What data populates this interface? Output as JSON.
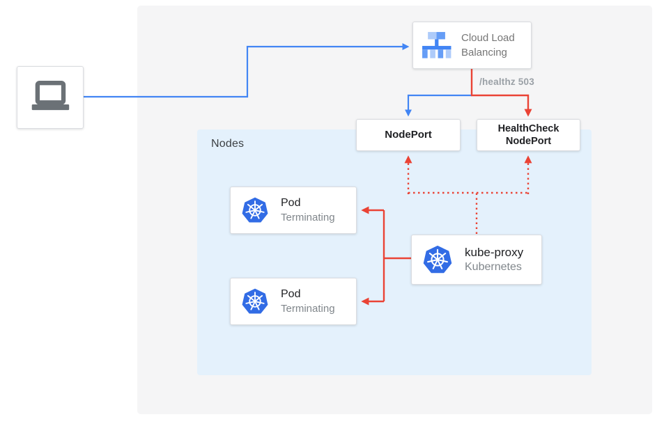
{
  "colors": {
    "traffic_blue": "#4285f4",
    "health_check_red": "#ea4335",
    "kubernetes_blue": "#326ce5",
    "nodes_container_fill": "#e4f1fc",
    "panel_background": "#f5f5f6",
    "box_border": "#dadce0"
  },
  "icons": {
    "client": "laptop-icon",
    "cloud_load_balancing": "load-balancer-icon",
    "pod": "kubernetes-icon",
    "kube_proxy": "kubernetes-icon"
  },
  "client": {
    "icon": "laptop-icon"
  },
  "cloud_load_balancing": {
    "label": "Cloud Load Balancing"
  },
  "healthz_badge": "/healthz 503",
  "node_port": {
    "label": "NodePort"
  },
  "health_check_node_port": {
    "label": "HealthCheck NodePort"
  },
  "nodes_group": {
    "label": "Nodes"
  },
  "pods": [
    {
      "title": "Pod",
      "status": "Terminating"
    },
    {
      "title": "Pod",
      "status": "Terminating"
    }
  ],
  "kube_proxy": {
    "title": "kube-proxy",
    "subtitle": "Kubernetes"
  }
}
